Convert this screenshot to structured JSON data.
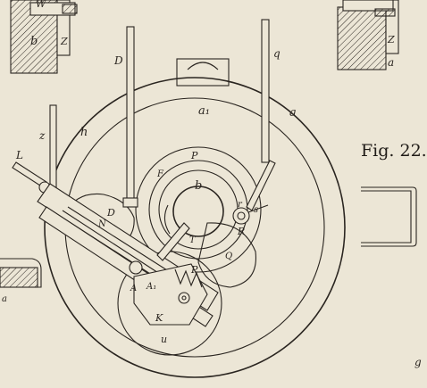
{
  "figure_label": "Fig. 22.",
  "labels": {
    "W": "W",
    "b_top": "b",
    "Z_top_left": "Z",
    "Z_top_right": "Z",
    "a_top_right": "a",
    "D_rod": "D",
    "q": "q",
    "a1": "a₁",
    "a": "a",
    "z": "z",
    "h": "h",
    "P_top": "P",
    "F": "F",
    "b_center": "b",
    "L": "L",
    "N": "N",
    "D_lobe": "D",
    "r": "r",
    "s": "s",
    "R_right": "R",
    "T": "T",
    "Q": "Q",
    "P_low": "P",
    "A": "A",
    "A1": "A₁",
    "K": "K",
    "u": "u",
    "g": "g",
    "a_left": "a"
  }
}
